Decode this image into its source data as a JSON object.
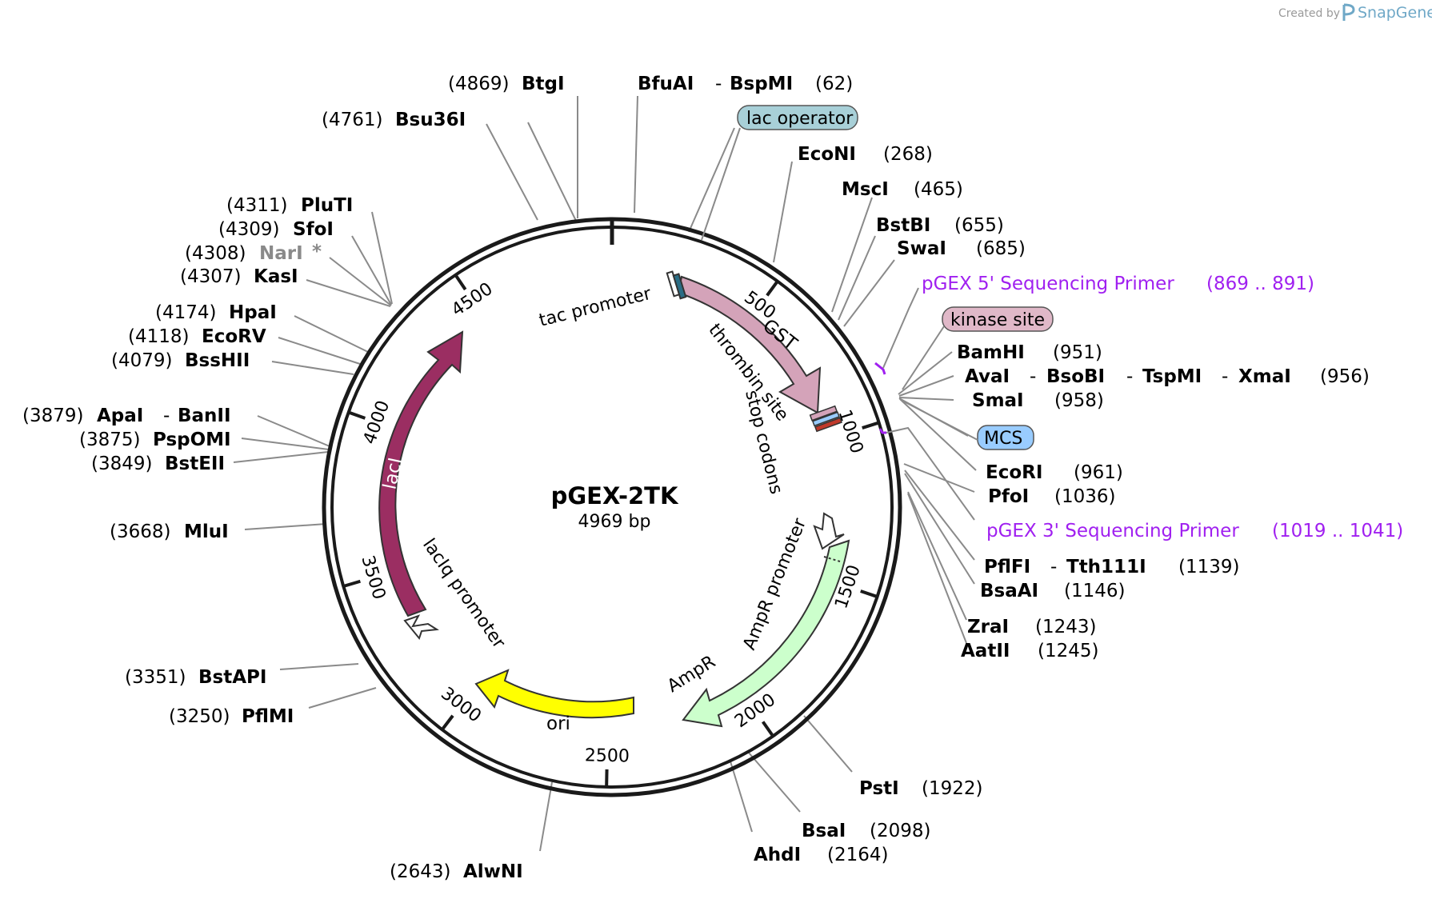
{
  "credit": {
    "prefix": "Created by",
    "brand": "SnapGene"
  },
  "plasmid": {
    "name": "pGEX-2TK",
    "size": "4969 bp"
  },
  "ring": {
    "ticks": [
      {
        "label": "500"
      },
      {
        "label": "1000"
      },
      {
        "label": "1500"
      },
      {
        "label": "2000"
      },
      {
        "label": "2500"
      },
      {
        "label": "3000"
      },
      {
        "label": "3500"
      },
      {
        "label": "4000"
      },
      {
        "label": "4500"
      }
    ]
  },
  "features": {
    "gst": "GST",
    "laci": "lacI",
    "ori": "ori",
    "ampr": "AmpR",
    "ampr_promoter": "AmpR promoter",
    "laciq_promoter": "lacIq promoter",
    "tac_promoter": "tac promoter",
    "thrombin_site": "thrombin site",
    "stop_codons": "stop codons",
    "lac_operator": "lac operator",
    "kinase_site": "kinase site",
    "mcs": "MCS"
  },
  "primers": [
    {
      "name": "pGEX 5' Sequencing Primer",
      "range": "(869 .. 891)"
    },
    {
      "name": "pGEX 3' Sequencing Primer",
      "range": "(1019 .. 1041)"
    }
  ],
  "sites": {
    "btgi": {
      "pos": "(4869)",
      "name": "BtgI"
    },
    "bfuai": {
      "name1": "BfuAI",
      "sep": "-",
      "name2": "BspMI",
      "pos": "(62)"
    },
    "bsu36i": {
      "pos": "(4761)",
      "name": "Bsu36I"
    },
    "econi": {
      "name": "EcoNI",
      "pos": "(268)"
    },
    "msci": {
      "name": "MscI",
      "pos": "(465)"
    },
    "bstbi": {
      "name": "BstBI",
      "pos": "(655)"
    },
    "swai": {
      "name": "SwaI",
      "pos": "(685)"
    },
    "pluti": {
      "pos": "(4311)",
      "name": "PluTI"
    },
    "sfoi": {
      "pos": "(4309)",
      "name": "SfoI"
    },
    "nari": {
      "pos": "(4308)",
      "name": "NarI",
      "mark": "*"
    },
    "kasi": {
      "pos": "(4307)",
      "name": "KasI"
    },
    "hpai": {
      "pos": "(4174)",
      "name": "HpaI"
    },
    "ecorv": {
      "pos": "(4118)",
      "name": "EcoRV"
    },
    "bsshii": {
      "pos": "(4079)",
      "name": "BssHII"
    },
    "apai": {
      "pos": "(3879)",
      "name1": "ApaI",
      "sep": "-",
      "name2": "BanII"
    },
    "pspomi": {
      "pos": "(3875)",
      "name": "PspOMI"
    },
    "bsteii": {
      "pos": "(3849)",
      "name": "BstEII"
    },
    "mlui": {
      "pos": "(3668)",
      "name": "MluI"
    },
    "bstapi": {
      "pos": "(3351)",
      "name": "BstAPI"
    },
    "pflmi": {
      "pos": "(3250)",
      "name": "PflMI"
    },
    "alwni": {
      "pos": "(2643)",
      "name": "AlwNI"
    },
    "bamhi": {
      "name": "BamHI",
      "pos": "(951)"
    },
    "avai": {
      "name1": "AvaI",
      "sep1": "-",
      "name2": "BsoBI",
      "sep2": "-",
      "name3": "TspMI",
      "sep3": "-",
      "name4": "XmaI",
      "pos": "(956)"
    },
    "smai": {
      "name": "SmaI",
      "pos": "(958)"
    },
    "ecori": {
      "name": "EcoRI",
      "pos": "(961)"
    },
    "pfoi": {
      "name": "PfoI",
      "pos": "(1036)"
    },
    "pflfi": {
      "name1": "PflFI",
      "sep": "-",
      "name2": "Tth111I",
      "pos": "(1139)"
    },
    "bsaai": {
      "name": "BsaAI",
      "pos": "(1146)"
    },
    "zrai": {
      "name": "ZraI",
      "pos": "(1243)"
    },
    "aatii": {
      "name": "AatII",
      "pos": "(1245)"
    },
    "psti": {
      "name": "PstI",
      "pos": "(1922)"
    },
    "bsai": {
      "name": "BsaI",
      "pos": "(2098)"
    },
    "ahdi": {
      "name": "AhdI",
      "pos": "(2164)"
    }
  },
  "colors": {
    "gst": "#d4a3b9",
    "laci": "#9b2e62",
    "ori": "#ffff00",
    "ampr": "#ccffcc",
    "lac_operator_bg": "#a8d0d8",
    "kinase_bg": "#e0b8c8",
    "mcs_bg": "#99ccff",
    "primer": "#a020f0"
  }
}
